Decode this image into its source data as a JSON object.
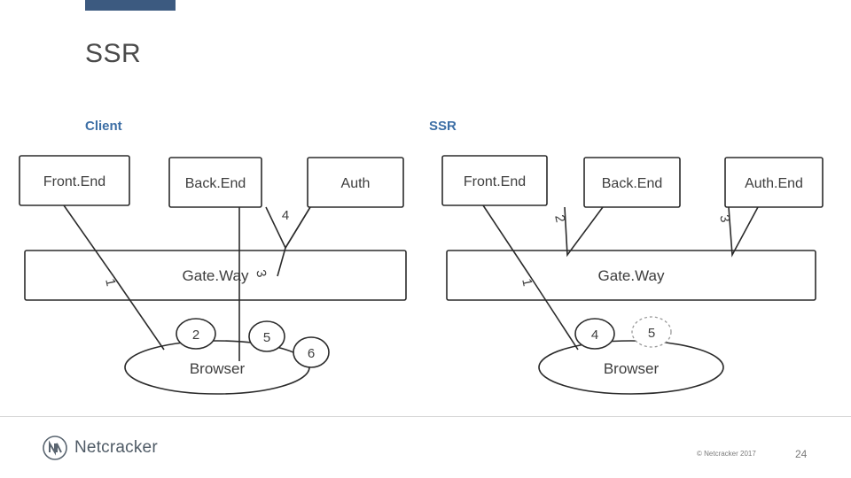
{
  "slide": {
    "title": "SSR",
    "accent_color": "#3c5a80",
    "label_color": "#3c6ea5"
  },
  "columns": [
    {
      "label": "Client"
    },
    {
      "label": "SSR"
    }
  ],
  "diagram": {
    "left": {
      "boxes": [
        {
          "name": "frontend",
          "label": "Front.End"
        },
        {
          "name": "backend",
          "label": "Back.End"
        },
        {
          "name": "auth",
          "label": "Auth"
        }
      ],
      "gateway": {
        "label": "Gate.Way"
      },
      "browser": {
        "label": "Browser"
      },
      "edge_numbers": [
        "1",
        "3",
        "4"
      ],
      "circle_numbers": [
        "2",
        "5",
        "6"
      ]
    },
    "right": {
      "boxes": [
        {
          "name": "frontend",
          "label": "Front.End"
        },
        {
          "name": "backend",
          "label": "Back.End"
        },
        {
          "name": "authend",
          "label": "Auth.End"
        }
      ],
      "gateway": {
        "label": "Gate.Way"
      },
      "browser": {
        "label": "Browser"
      },
      "edge_numbers": [
        "1",
        "2",
        "3"
      ],
      "circle_numbers": [
        "4",
        "5"
      ]
    }
  },
  "footer": {
    "logo_text": "Netcracker",
    "copyright": "© Netcracker 2017",
    "page_number": "24"
  }
}
